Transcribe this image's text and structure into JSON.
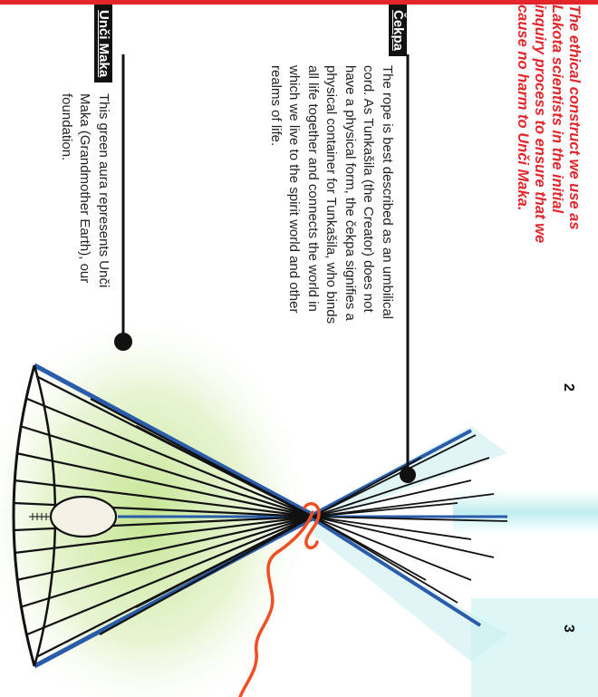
{
  "tagline": [
    "The ethical construct we use as",
    "Lakota scientists in the initial",
    "inquiry process to ensure that we",
    "cause no harm to Unči Maka."
  ],
  "cekpa": {
    "heading": "Čekpa",
    "lines": [
      "The rope is best described as an umbilical",
      "cord. As Tunkašila (the Creator) does not",
      "have a physical form, the čekpa signifies a",
      "physical container for Tunkašila, who binds",
      "all life together and connects the world in",
      "which we live to the spirit world and other",
      "realms of life."
    ]
  },
  "unci_maka": {
    "heading": "Unči Maka",
    "lines": [
      "This green aura represents Unči",
      "Maka (Grandmother Earth), our",
      "foundation."
    ]
  },
  "steps": [
    "2",
    "3"
  ],
  "colors": {
    "accent_red": "#e3262b",
    "rope_orange": "#f04e23",
    "frame_blue": "#2a5caa",
    "aura_green": "#c9e89a",
    "aura_cyan": "#bfeff0"
  }
}
